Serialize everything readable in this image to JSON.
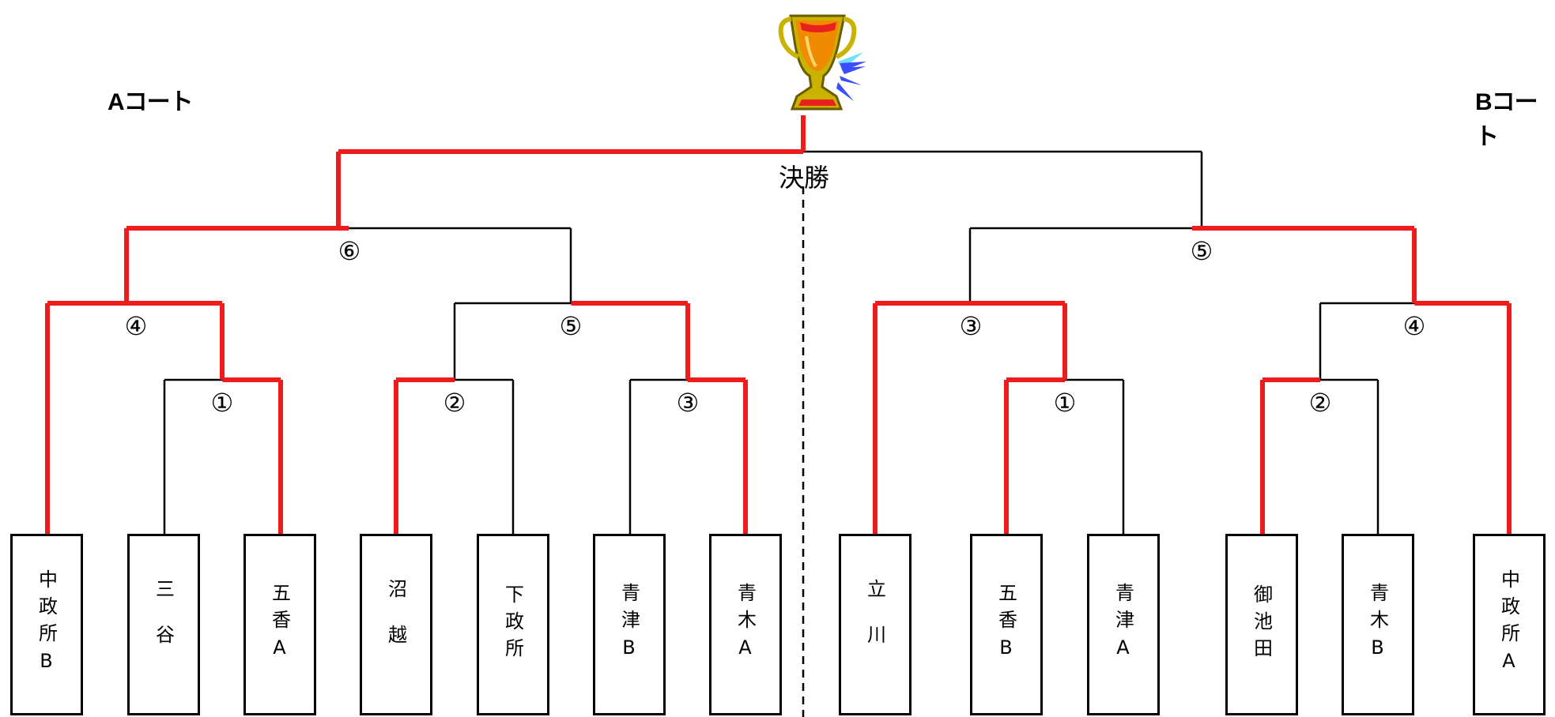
{
  "title": "決勝",
  "courts": {
    "a": "Aコート",
    "b": "Bコート"
  },
  "colors": {
    "winner_path": "#ee1c1c",
    "line": "#000000"
  },
  "trophy_icon": "trophy-icon",
  "teams": [
    {
      "name": "中政所B",
      "court": "A"
    },
    {
      "name": "三谷",
      "court": "A"
    },
    {
      "name": "五香A",
      "court": "A"
    },
    {
      "name": "沼越",
      "court": "A"
    },
    {
      "name": "下政所",
      "court": "A"
    },
    {
      "name": "青津B",
      "court": "A"
    },
    {
      "name": "青木A",
      "court": "A"
    },
    {
      "name": "立川",
      "court": "B"
    },
    {
      "name": "五香B",
      "court": "B"
    },
    {
      "name": "青津A",
      "court": "B"
    },
    {
      "name": "御池田",
      "court": "B"
    },
    {
      "name": "青木B",
      "court": "B"
    },
    {
      "name": "中政所A",
      "court": "B"
    }
  ],
  "matches": [
    {
      "label": "①",
      "court": "A",
      "teams": [
        "三谷",
        "五香A"
      ],
      "winner": "五香A"
    },
    {
      "label": "②",
      "court": "A",
      "teams": [
        "沼越",
        "下政所"
      ],
      "winner": "沼越"
    },
    {
      "label": "③",
      "court": "A",
      "teams": [
        "青津B",
        "青木A"
      ],
      "winner": "青木A"
    },
    {
      "label": "④",
      "court": "A",
      "teams": [
        "中政所B",
        "①の勝者"
      ],
      "winner": "①の勝者"
    },
    {
      "label": "⑤",
      "court": "A",
      "teams": [
        "②の勝者",
        "③の勝者"
      ],
      "winner": "③の勝者"
    },
    {
      "label": "⑥",
      "court": "A",
      "teams": [
        "④の勝者",
        "⑤の勝者"
      ],
      "winner": "④の勝者"
    },
    {
      "label": "①",
      "court": "B",
      "teams": [
        "五香B",
        "青津A"
      ],
      "winner": "五香B"
    },
    {
      "label": "②",
      "court": "B",
      "teams": [
        "御池田",
        "青木B"
      ],
      "winner": "御池田"
    },
    {
      "label": "③",
      "court": "B",
      "teams": [
        "立川",
        "①の勝者"
      ],
      "winner": "①の勝者"
    },
    {
      "label": "④",
      "court": "B",
      "teams": [
        "②の勝者",
        "中政所A"
      ],
      "winner": "中政所A"
    },
    {
      "label": "⑤",
      "court": "B",
      "teams": [
        "③の勝者",
        "④の勝者"
      ],
      "winner": "④の勝者"
    }
  ],
  "final": {
    "label": "決勝",
    "teams": [
      "A⑥の勝者",
      "B⑤の勝者"
    ],
    "winner": "A⑥の勝者"
  }
}
